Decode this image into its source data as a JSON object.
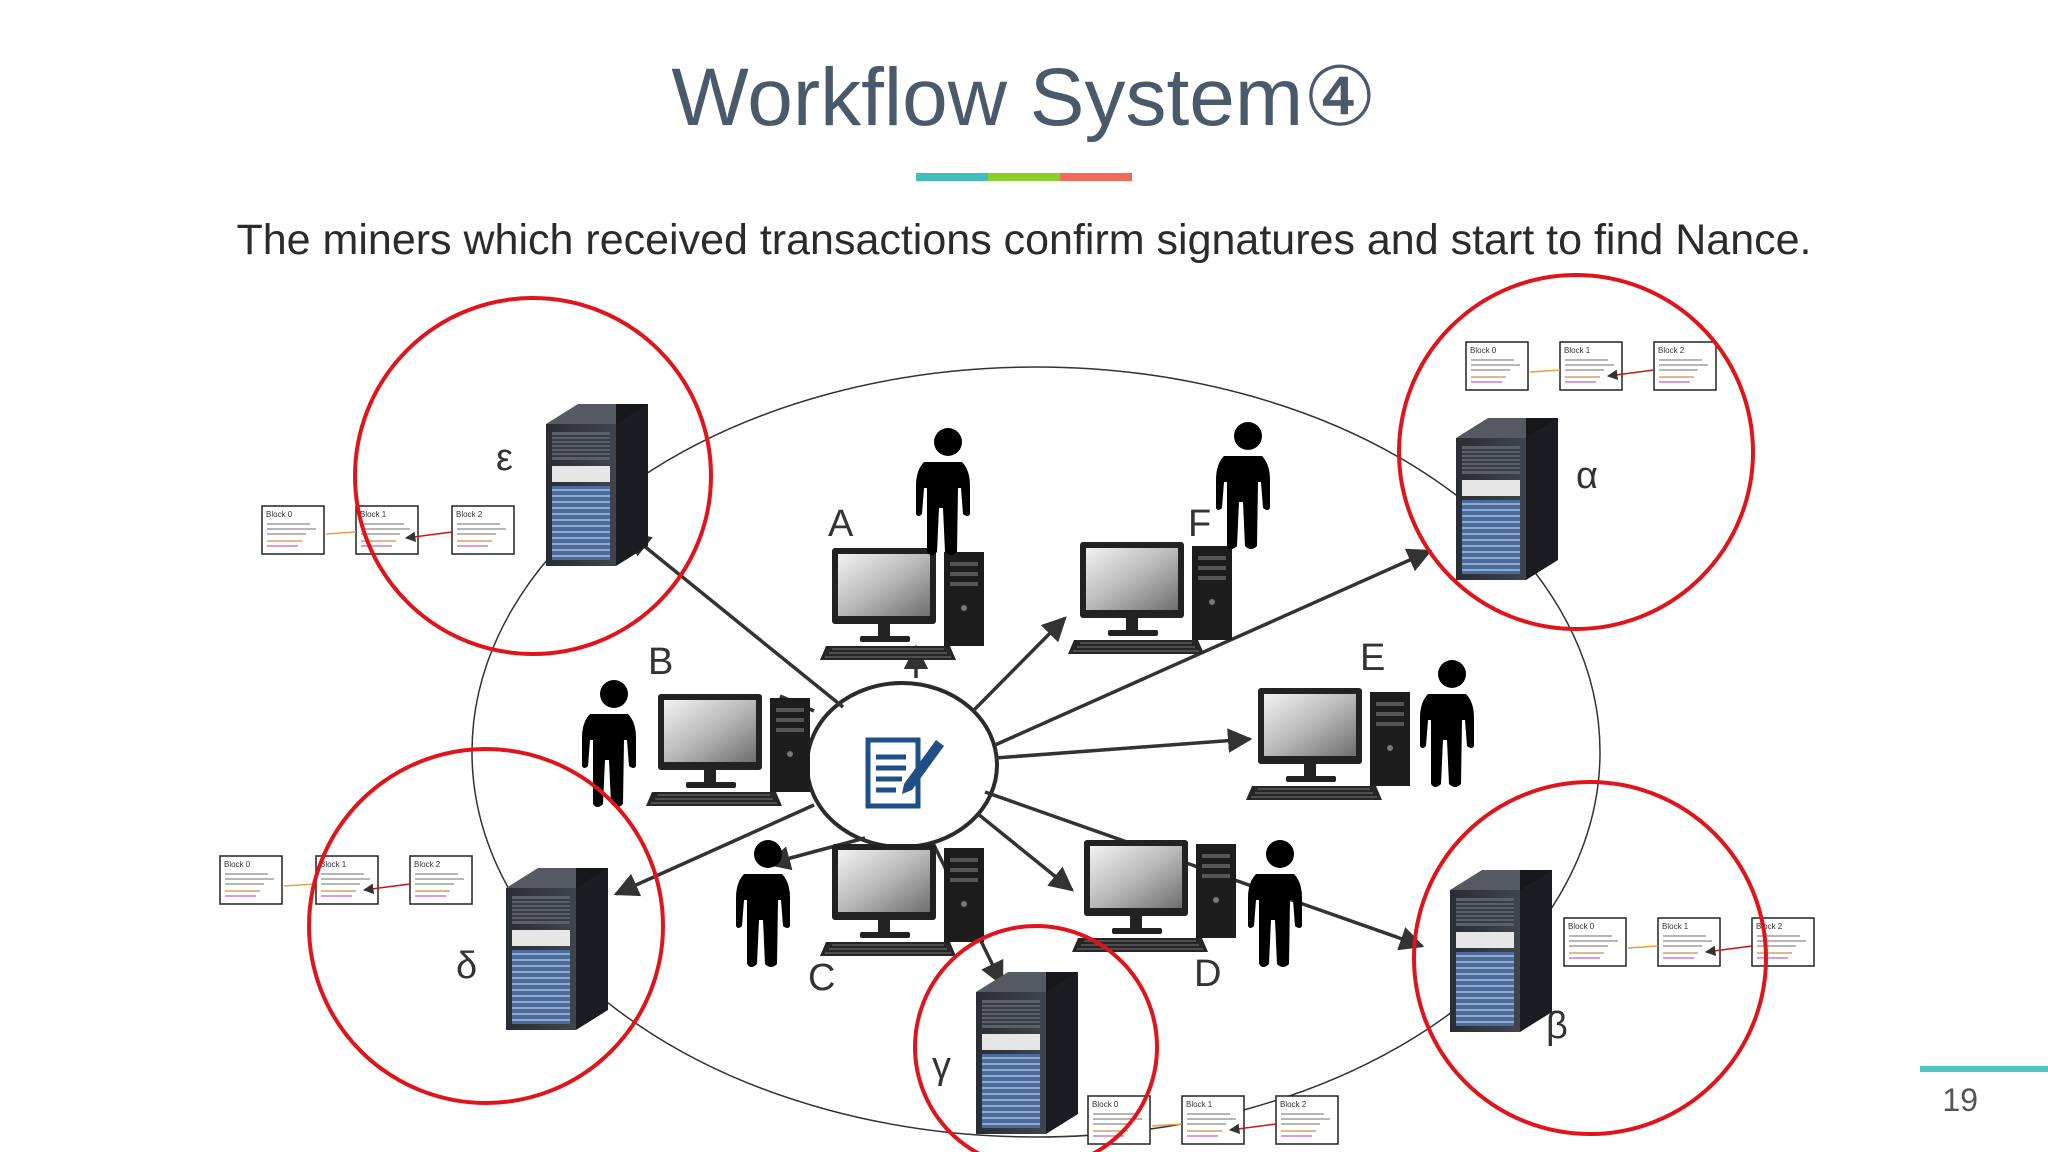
{
  "slide": {
    "title": "Workflow System",
    "title_suffix": "④",
    "subtitle": "The miners which received transactions confirm signatures and start to find Nance.",
    "page_number": "19"
  },
  "colors": {
    "title": "#4b5a6b",
    "underline": [
      "#3fbfbd",
      "#8ccf2b",
      "#ef6a5a"
    ],
    "miner_circle": "#e0141b",
    "accent": "#4cc4c1"
  },
  "users": [
    {
      "id": "A",
      "label": "A"
    },
    {
      "id": "B",
      "label": "B"
    },
    {
      "id": "C",
      "label": "C"
    },
    {
      "id": "D",
      "label": "D"
    },
    {
      "id": "E",
      "label": "E"
    },
    {
      "id": "F",
      "label": "F"
    }
  ],
  "miners": [
    {
      "id": "alpha",
      "label": "α"
    },
    {
      "id": "beta",
      "label": "β"
    },
    {
      "id": "gamma",
      "label": "γ"
    },
    {
      "id": "delta",
      "label": "δ"
    },
    {
      "id": "epsilon",
      "label": "ε"
    }
  ],
  "blockchain": {
    "blocks": [
      "Block 0",
      "Block 1",
      "Block 2"
    ]
  },
  "center": {
    "icon": "document-signing-icon"
  }
}
